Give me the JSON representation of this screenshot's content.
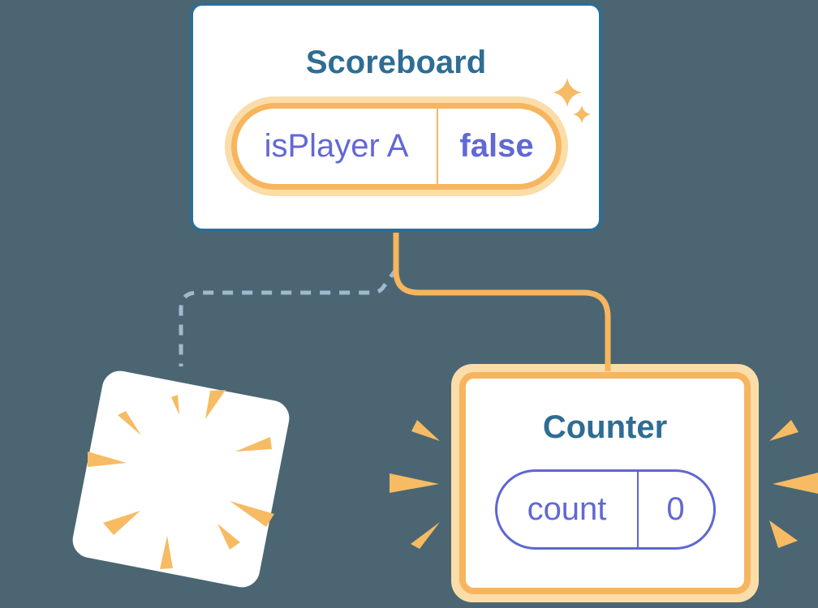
{
  "scoreboard": {
    "title": "Scoreboard",
    "state": {
      "key": "isPlayer A",
      "value": "false"
    }
  },
  "counter": {
    "title": "Counter",
    "state": {
      "key": "count",
      "value": "0"
    }
  },
  "icons": {
    "sparkle": "sparkle-icon",
    "poof": "poof-burst-icon",
    "emphasis_left": "emphasis-burst-left-icon",
    "emphasis_right": "emphasis-burst-right-icon"
  },
  "colors": {
    "bg": "#4B6672",
    "teal": "#2E6D94",
    "orange": "#F6B55E",
    "orange-light": "#FBDDA9",
    "purple": "#6268D4",
    "purple-border": "#5F66D2",
    "dash": "#9DBAD2",
    "burst": "#F7BB64"
  }
}
